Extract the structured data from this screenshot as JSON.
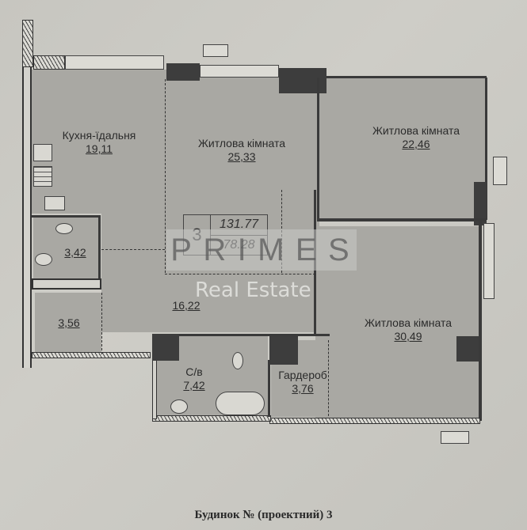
{
  "floor_plan": {
    "building_caption": "Будинок № (проектний) 3",
    "summary": {
      "rooms_count": "3",
      "total_area": "131.77",
      "living_area": "78.28"
    },
    "rooms": [
      {
        "name": "Кухня-їдальня",
        "area": "19,11"
      },
      {
        "name": "Житлова кімната",
        "area": "25,33"
      },
      {
        "name": "Житлова кімната",
        "area": "22,46"
      },
      {
        "name": "",
        "area": "3,42"
      },
      {
        "name": "",
        "area": "3,56"
      },
      {
        "name": "",
        "area": "16,22"
      },
      {
        "name": "Житлова кімната",
        "area": "30,49"
      },
      {
        "name": "С/в",
        "area": "7,42"
      },
      {
        "name": "Гардероб",
        "area": "3,76"
      }
    ]
  },
  "watermark": {
    "brand": [
      "P",
      "R",
      "I",
      "M",
      "E",
      "S"
    ],
    "subtitle": "Real Estate"
  },
  "colors": {
    "paper": "#c9c8c2",
    "room_fill": "#a9a8a3",
    "wall_dark": "#3d3d3d"
  }
}
